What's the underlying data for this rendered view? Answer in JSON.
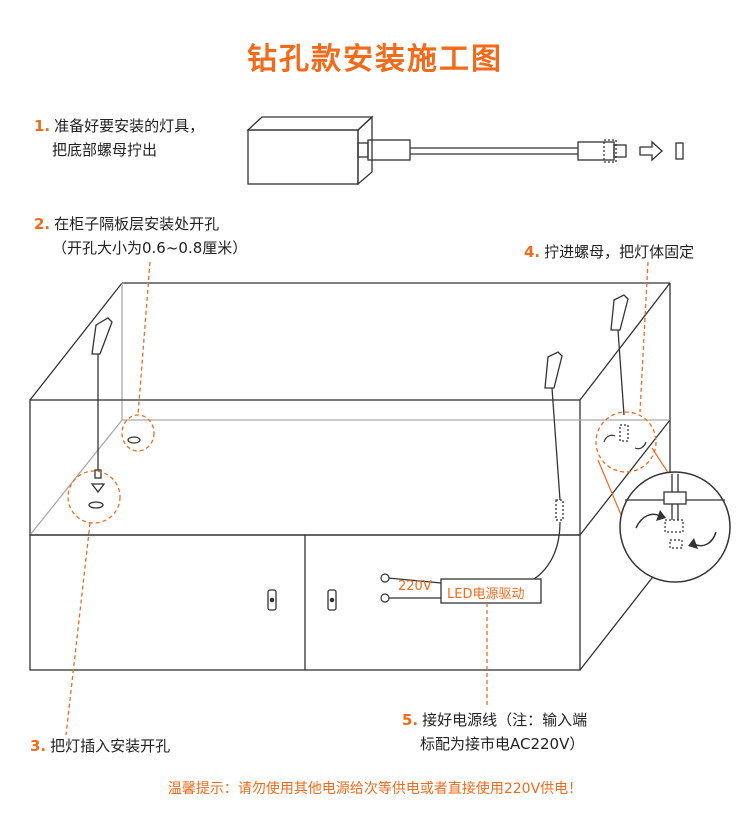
{
  "title": "钻孔款安装施工图",
  "steps": [
    {
      "num": "1.",
      "lines": [
        "准备好要安装的灯具，",
        "把底部螺母拧出"
      ]
    },
    {
      "num": "2.",
      "lines": [
        "在柜子隔板层安装处开孔",
        "（开孔大小为0.6~0.8厘米）"
      ]
    },
    {
      "num": "3.",
      "lines": [
        "把灯插入安装开孔"
      ]
    },
    {
      "num": "4.",
      "lines": [
        "拧进螺母，把灯体固定"
      ]
    },
    {
      "num": "5.",
      "lines": [
        "接好电源线（注：输入端",
        "标配为接市电AC220V）"
      ]
    }
  ],
  "driver": {
    "voltage": "220V",
    "label": "LED电源驱动"
  },
  "tip": "温馨提示：请勿使用其他电源给次等供电或者直接使用220V供电！",
  "colors": {
    "accent": "#f36a1b",
    "line": "#333333"
  }
}
